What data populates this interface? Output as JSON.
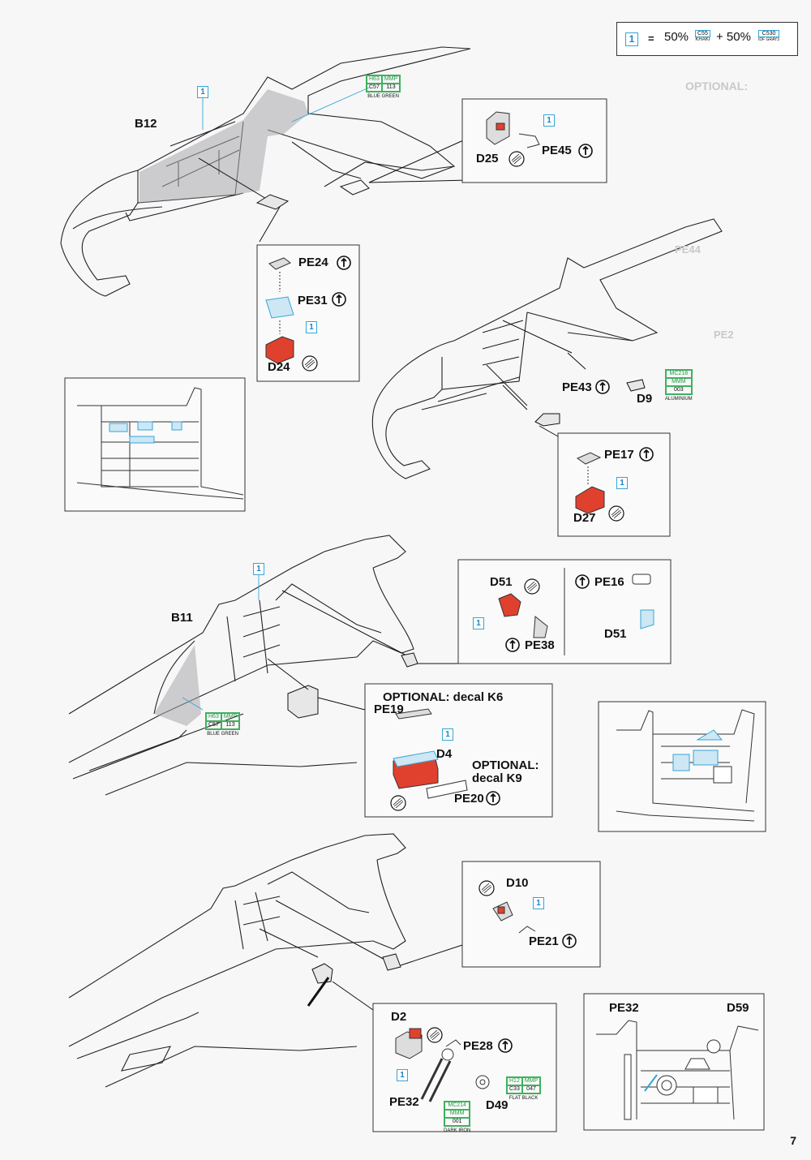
{
  "page_number": "7",
  "legend": {
    "number": "1",
    "equals": "=",
    "pct1": "50%",
    "color1_code": "C55",
    "color1_name": "KHAKI",
    "plus": "+ 50%",
    "color2_code": "C530",
    "color2_name": "IDF GRAY3"
  },
  "paints": {
    "blue_green": {
      "h": "H63",
      "mmp": "MMP",
      "c": "C57",
      "n": "113",
      "name": "BLUE GREEN"
    },
    "aluminium": {
      "mc": "MC218",
      "mmm": "MMM",
      "n": "003",
      "name": "ALUMINIUM"
    },
    "flat_black": {
      "h": "H12",
      "mmp": "MMP",
      "c": "C33",
      "n": "047",
      "name": "FLAT BLACK"
    },
    "dark_iron": {
      "mc": "MC214",
      "mmm": "MMM",
      "n": "001",
      "name": "DARK IRON"
    }
  },
  "labels": {
    "b12": "B12",
    "b11": "B11",
    "d25": "D25",
    "pe45": "PE45",
    "pe24": "PE24",
    "pe31": "PE31",
    "d24": "D24",
    "pe43": "PE43",
    "d9": "D9",
    "pe17": "PE17",
    "d27": "D27",
    "d51a": "D51",
    "d51b": "D51",
    "pe16": "PE16",
    "pe38": "PE38",
    "optional_k6": "OPTIONAL: decal K6",
    "pe19": "PE19",
    "d4": "D4",
    "optional_k9_1": "OPTIONAL:",
    "optional_k9_2": "decal K9",
    "pe20": "PE20",
    "d10": "D10",
    "pe21": "PE21",
    "d2": "D2",
    "pe28": "PE28",
    "pe32": "PE32",
    "d49": "D49",
    "pe32_inset": "PE32",
    "d59_inset": "D59"
  },
  "colors": {
    "accent_blue": "#35a6d8",
    "part_red": "#e0412e",
    "paint_green": "#229c44",
    "shade_gray": "#a9aaac"
  }
}
